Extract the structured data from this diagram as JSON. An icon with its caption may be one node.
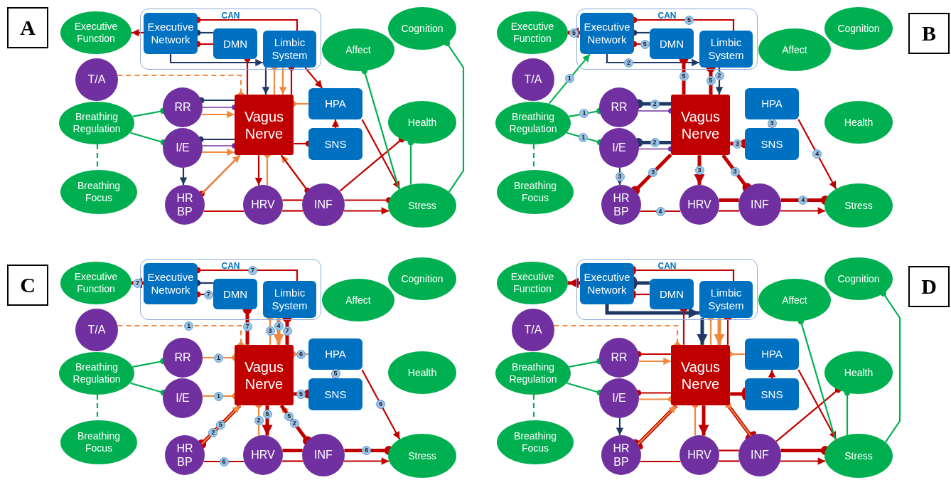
{
  "diagram": {
    "nodes": [
      {
        "text": [
          "A"
        ]
      },
      {
        "text": [
          "Executive Function"
        ]
      },
      {
        "text": [
          "CAN"
        ]
      },
      {
        "text": [
          "Executive Network"
        ],
        "in": 2
      },
      {
        "text": [
          "DMN"
        ],
        "in": 2
      },
      {
        "text": [
          "Limbic System"
        ],
        "in": 2
      },
      {
        "text": [
          "Cognition"
        ]
      },
      {
        "text": [
          "Affect"
        ]
      },
      {
        "text": [
          "T/A"
        ]
      },
      {
        "text": [
          "Breathing Regulation"
        ]
      },
      {
        "text": [
          "RR"
        ]
      },
      {
        "text": [
          "Vagus Nerve"
        ]
      },
      {
        "text": [
          "HPA"
        ]
      },
      {
        "text": [
          "Health"
        ]
      },
      {
        "text": [
          "I/E"
        ]
      },
      {
        "text": [
          "SNS"
        ]
      },
      {
        "text": [
          "Breathing Focus"
        ]
      },
      {
        "text": [
          "HR BP"
        ]
      },
      {
        "text": [
          "HRV"
        ]
      },
      {
        "text": [
          "INF"
        ]
      },
      {
        "text": [
          "Stress"
        ]
      },
      {
        "text": [
          "B"
        ]
      },
      {
        "text": [
          "Executive Function"
        ]
      },
      {
        "text": [
          "CAN"
        ]
      },
      {
        "text": [
          "Executive Network"
        ],
        "in": 23
      },
      {
        "text": [
          "DMN"
        ],
        "in": 23
      },
      {
        "text": [
          "Limbic System"
        ],
        "in": 23
      },
      {
        "text": [
          "Cognition"
        ]
      },
      {
        "text": [
          "Affect"
        ]
      },
      {
        "text": [
          "T/A"
        ]
      },
      {
        "text": [
          "Breathing Regulation"
        ]
      },
      {
        "text": [
          "RR"
        ]
      },
      {
        "text": [
          "Vagus Nerve"
        ]
      },
      {
        "text": [
          "HPA"
        ]
      },
      {
        "text": [
          "Health"
        ]
      },
      {
        "text": [
          "I/E"
        ]
      },
      {
        "text": [
          "SNS"
        ]
      },
      {
        "text": [
          "Breathing Focus"
        ]
      },
      {
        "text": [
          "HR BP"
        ]
      },
      {
        "text": [
          "HRV"
        ]
      },
      {
        "text": [
          "INF"
        ]
      },
      {
        "text": [
          "Stress"
        ]
      },
      {
        "text": [
          "C"
        ]
      },
      {
        "text": [
          "Executive Function"
        ]
      },
      {
        "text": [
          "CAN"
        ]
      },
      {
        "text": [
          "Executive Network"
        ],
        "in": 44
      },
      {
        "text": [
          "DMN"
        ],
        "in": 44
      },
      {
        "text": [
          "Limbic System"
        ],
        "in": 44
      },
      {
        "text": [
          "Cognition"
        ]
      },
      {
        "text": [
          "Affect"
        ]
      },
      {
        "text": [
          "T/A"
        ]
      },
      {
        "text": [
          "Breathing Regulation"
        ]
      },
      {
        "text": [
          "RR"
        ]
      },
      {
        "text": [
          "Vagus Nerve"
        ]
      },
      {
        "text": [
          "HPA"
        ]
      },
      {
        "text": [
          "Health"
        ]
      },
      {
        "text": [
          "I/E"
        ]
      },
      {
        "text": [
          "SNS"
        ]
      },
      {
        "text": [
          "Breathing Focus"
        ]
      },
      {
        "text": [
          "HR BP"
        ]
      },
      {
        "text": [
          "HRV"
        ]
      },
      {
        "text": [
          "INF"
        ]
      },
      {
        "text": [
          "Stress"
        ]
      },
      {
        "text": [
          "D"
        ]
      },
      {
        "text": [
          "Executive Function"
        ]
      },
      {
        "text": [
          "CAN"
        ]
      },
      {
        "text": [
          "Executive Network"
        ],
        "in": 65
      },
      {
        "text": [
          "DMN"
        ],
        "in": 65
      },
      {
        "text": [
          "Limbic System"
        ],
        "in": 65
      },
      {
        "text": [
          "Cognition"
        ]
      },
      {
        "text": [
          "Affect"
        ]
      },
      {
        "text": [
          "T/A"
        ]
      },
      {
        "text": [
          "Breathing Regulation"
        ]
      },
      {
        "text": [
          "RR"
        ]
      },
      {
        "text": [
          "Vagus Nerve"
        ]
      },
      {
        "text": [
          "HPA"
        ]
      },
      {
        "text": [
          "Health"
        ]
      },
      {
        "text": [
          "I/E"
        ]
      },
      {
        "text": [
          "SNS"
        ]
      },
      {
        "text": [
          "Breathing Focus"
        ]
      },
      {
        "text": [
          "HR BP"
        ]
      },
      {
        "text": [
          "HRV"
        ]
      },
      {
        "text": [
          "INF"
        ]
      },
      {
        "text": [
          "Stress"
        ]
      }
    ],
    "edges": [
      {
        "from": 3,
        "to": 1,
        "arrow": "to"
      },
      {
        "from": 5,
        "to": 3,
        "arrow": "other"
      },
      {
        "from": 4,
        "to": 3,
        "arrow": "other",
        "color": "#1f3864"
      },
      {
        "from": 4,
        "to": 3,
        "arrow": "other"
      },
      {
        "from": 3,
        "to": 5,
        "arrow": "to",
        "color": "#1f3864"
      },
      {
        "from": 11,
        "to": 4,
        "arrow": "other"
      },
      {
        "from": 5,
        "to": 11,
        "arrow": "to",
        "color": "#1f3864"
      },
      {
        "from": 11,
        "to": 5,
        "arrow": "other",
        "color": "#f0883e"
      },
      {
        "from": 5,
        "to": 11,
        "arrow": "to",
        "color": "#f0883e"
      },
      {
        "from": 11,
        "to": 5,
        "arrow": "other"
      },
      {
        "from": 5,
        "to": 12,
        "arrow": "to"
      },
      {
        "from": 8,
        "to": 11,
        "arrow": "other",
        "style": "dashed",
        "color": "#f0883e"
      },
      {
        "from": 11,
        "to": 10,
        "arrow": "other",
        "color": "#1f3864"
      },
      {
        "from": 10,
        "to": 11,
        "arrow": "other",
        "color": "#7030a0"
      },
      {
        "from": 10,
        "to": 11,
        "arrow": "to",
        "color": "#f0883e"
      },
      {
        "from": 11,
        "to": 14,
        "arrow": "other",
        "color": "#1f3864"
      },
      {
        "from": 14,
        "to": 11,
        "arrow": "other",
        "color": "#7030a0"
      },
      {
        "from": 14,
        "to": 11,
        "arrow": "to",
        "color": "#f0883e"
      },
      {
        "from": 9,
        "to": 10,
        "arrow": "other",
        "color": "#00b050"
      },
      {
        "from": 9,
        "to": 14,
        "arrow": "other",
        "color": "#00b050"
      },
      {
        "from": 9,
        "to": 16,
        "arrow": "none",
        "style": "dashed",
        "color": "#00b050"
      },
      {
        "from": 14,
        "to": 17,
        "arrow": "to",
        "color": "#1f3864"
      },
      {
        "from": 11,
        "to": 17,
        "arrow": "other"
      },
      {
        "from": 17,
        "to": 11,
        "arrow": "to",
        "color": "#f0883e"
      },
      {
        "from": 11,
        "to": 18,
        "arrow": "to"
      },
      {
        "from": 18,
        "to": 11,
        "arrow": "other",
        "color": "#f0883e"
      },
      {
        "from": 19,
        "to": 11,
        "arrow": "to",
        "color": "#f0883e"
      },
      {
        "from": 11,
        "to": 19,
        "arrow": "other"
      },
      {
        "from": 12,
        "to": 11,
        "arrow": "other",
        "color": "#f0883e"
      },
      {
        "from": 11,
        "to": 15,
        "arrow": "other"
      },
      {
        "from": 15,
        "to": 12,
        "arrow": "to"
      },
      {
        "from": 17,
        "to": 18,
        "arrow": "none"
      },
      {
        "from": 18,
        "to": 19,
        "arrow": "none"
      },
      {
        "from": 18,
        "to": 19,
        "arrow": "none"
      },
      {
        "from": 19,
        "to": 20,
        "arrow": "other"
      },
      {
        "from": 19,
        "to": 20,
        "arrow": "to"
      },
      {
        "from": 19,
        "to": 13,
        "arrow": "other"
      },
      {
        "from": 12,
        "to": 20,
        "arrow": "to"
      },
      {
        "from": 20,
        "to": 7,
        "arrow": "other",
        "color": "#00b050"
      },
      {
        "from": 20,
        "to": 13,
        "arrow": "other",
        "color": "#00b050"
      },
      {
        "from": 20,
        "to": 6,
        "arrow": "other",
        "color": "#00b050"
      },
      {
        "from": 30,
        "to": 24,
        "arrow": "to",
        "label": "1",
        "color": "#00b050"
      },
      {
        "from": 30,
        "to": 31,
        "arrow": "other",
        "label": "1",
        "color": "#00b050"
      },
      {
        "from": 30,
        "to": 35,
        "arrow": "other",
        "label": "1",
        "color": "#00b050"
      },
      {
        "from": 30,
        "to": 37,
        "arrow": "none",
        "style": "dashed",
        "color": "#00b050"
      },
      {
        "from": 24,
        "to": 22,
        "arrow": "to",
        "label": "5",
        "style": "thick"
      },
      {
        "from": 26,
        "to": 24,
        "arrow": "other",
        "label": "5"
      },
      {
        "from": 25,
        "to": 24,
        "arrow": "other",
        "color": "#1f3864"
      },
      {
        "from": 25,
        "to": 24,
        "arrow": "other",
        "label": "5"
      },
      {
        "from": 24,
        "to": 26,
        "arrow": "to",
        "label": "2",
        "color": "#1f3864"
      },
      {
        "from": 32,
        "to": 25,
        "arrow": "other",
        "label": "5",
        "style": "thick"
      },
      {
        "from": 32,
        "to": 26,
        "arrow": "other",
        "label": "5",
        "style": "thick"
      },
      {
        "from": 26,
        "to": 32,
        "arrow": "to",
        "label": "2",
        "color": "#1f3864"
      },
      {
        "from": 32,
        "to": 31,
        "arrow": "other",
        "label": "2",
        "style": "thick",
        "color": "#1f3864"
      },
      {
        "from": 31,
        "to": 32,
        "arrow": "other",
        "color": "#7030a0"
      },
      {
        "from": 32,
        "to": 35,
        "arrow": "other",
        "label": "2",
        "style": "thick",
        "color": "#1f3864"
      },
      {
        "from": 35,
        "to": 32,
        "arrow": "other",
        "color": "#7030a0"
      },
      {
        "from": 35,
        "to": 38,
        "arrow": "to",
        "label": "3",
        "color": "#1f3864"
      },
      {
        "from": 32,
        "to": 38,
        "arrow": "other",
        "label": "3",
        "style": "thick"
      },
      {
        "from": 32,
        "to": 39,
        "arrow": "to",
        "label": "3",
        "style": "thick"
      },
      {
        "from": 32,
        "to": 40,
        "arrow": "other",
        "label": "3",
        "style": "thick"
      },
      {
        "from": 32,
        "to": 36,
        "arrow": "other",
        "label": "3",
        "style": "thick"
      },
      {
        "from": 36,
        "to": 33,
        "arrow": "to",
        "label": "3"
      },
      {
        "from": 33,
        "to": 41,
        "arrow": "to",
        "label": "4"
      },
      {
        "from": 38,
        "to": 39,
        "arrow": "none",
        "label": "4"
      },
      {
        "from": 39,
        "to": 40,
        "arrow": "none",
        "style": "thick"
      },
      {
        "from": 39,
        "to": 40,
        "arrow": "none"
      },
      {
        "from": 40,
        "to": 41,
        "arrow": "other",
        "label": "4",
        "style": "thick"
      },
      {
        "from": 40,
        "to": 41,
        "arrow": "to"
      },
      {
        "from": 45,
        "to": 43,
        "arrow": "to",
        "label": "7",
        "style": "thick"
      },
      {
        "from": 47,
        "to": 45,
        "arrow": "other",
        "label": "7"
      },
      {
        "from": 46,
        "to": 45,
        "arrow": "other",
        "color": "#1f3864"
      },
      {
        "from": 46,
        "to": 45,
        "arrow": "other",
        "label": "7"
      },
      {
        "from": 53,
        "to": 46,
        "arrow": "other",
        "label": "7",
        "style": "thick"
      },
      {
        "from": 53,
        "to": 47,
        "arrow": "other",
        "label": "3",
        "color": "#f0883e"
      },
      {
        "from": 47,
        "to": 53,
        "arrow": "to",
        "label": "4",
        "style": "thick",
        "color": "#f0883e"
      },
      {
        "from": 53,
        "to": 47,
        "arrow": "other",
        "label": "7",
        "style": "thick"
      },
      {
        "from": 50,
        "to": 53,
        "arrow": "other",
        "label": "1",
        "style": "dashed",
        "color": "#f0883e"
      },
      {
        "from": 52,
        "to": 53,
        "arrow": "other",
        "label": "1",
        "color": "#f0883e"
      },
      {
        "from": 56,
        "to": 53,
        "arrow": "other",
        "label": "1",
        "color": "#f0883e"
      },
      {
        "from": 51,
        "to": 52,
        "arrow": "other",
        "color": "#00b050"
      },
      {
        "from": 51,
        "to": 56,
        "arrow": "other",
        "color": "#00b050"
      },
      {
        "from": 51,
        "to": 58,
        "arrow": "none",
        "style": "dashed",
        "color": "#00b050"
      },
      {
        "from": 54,
        "to": 53,
        "arrow": "other",
        "label": "6",
        "color": "#f0883e"
      },
      {
        "from": 53,
        "to": 57,
        "arrow": "other",
        "label": "5",
        "style": "thick"
      },
      {
        "from": 57,
        "to": 54,
        "arrow": "to",
        "label": "5"
      },
      {
        "from": 53,
        "to": 59,
        "arrow": "other",
        "label": "5",
        "style": "thick"
      },
      {
        "from": 59,
        "to": 53,
        "arrow": "to",
        "label": "2",
        "color": "#f0883e"
      },
      {
        "from": 60,
        "to": 53,
        "arrow": "other",
        "label": "2",
        "color": "#f0883e"
      },
      {
        "from": 53,
        "to": 60,
        "arrow": "to",
        "label": "5",
        "style": "thick"
      },
      {
        "from": 61,
        "to": 53,
        "arrow": "to",
        "label": "2",
        "color": "#f0883e"
      },
      {
        "from": 53,
        "to": 61,
        "arrow": "other",
        "label": "5",
        "style": "thick"
      },
      {
        "from": 54,
        "to": 62,
        "arrow": "to",
        "label": "6"
      },
      {
        "from": 59,
        "to": 60,
        "arrow": "none",
        "label": "6"
      },
      {
        "from": 60,
        "to": 61,
        "arrow": "none",
        "style": "thick"
      },
      {
        "from": 60,
        "to": 61,
        "arrow": "none"
      },
      {
        "from": 61,
        "to": 62,
        "arrow": "other",
        "label": "6",
        "style": "thick"
      },
      {
        "from": 61,
        "to": 62,
        "arrow": "to"
      },
      {
        "from": 66,
        "to": 64,
        "arrow": "to",
        "style": "thick"
      },
      {
        "from": 68,
        "to": 66,
        "arrow": "other"
      },
      {
        "from": 67,
        "to": 66,
        "arrow": "other",
        "style": "thick",
        "color": "#1f3864"
      },
      {
        "from": 67,
        "to": 66,
        "arrow": "other"
      },
      {
        "from": 66,
        "to": 68,
        "arrow": "to",
        "style": "thick",
        "color": "#1f3864"
      },
      {
        "from": 74,
        "to": 67,
        "arrow": "other"
      },
      {
        "from": 68,
        "to": 74,
        "arrow": "to",
        "style": "thick",
        "color": "#1f3864"
      },
      {
        "from": 74,
        "to": 68,
        "arrow": "other",
        "color": "#f0883e"
      },
      {
        "from": 68,
        "to": 74,
        "arrow": "to",
        "style": "thick",
        "color": "#f0883e"
      },
      {
        "from": 74,
        "to": 68,
        "arrow": "other"
      },
      {
        "from": 71,
        "to": 74,
        "arrow": "other",
        "style": "dashed",
        "color": "#f0883e"
      },
      {
        "from": 74,
        "to": 73,
        "arrow": "other"
      },
      {
        "from": 73,
        "to": 74,
        "arrow": "to",
        "color": "#f0883e"
      },
      {
        "from": 74,
        "to": 77,
        "arrow": "other"
      },
      {
        "from": 77,
        "to": 74,
        "arrow": "other",
        "color": "#f0883e"
      },
      {
        "from": 72,
        "to": 73,
        "arrow": "other",
        "color": "#00b050"
      },
      {
        "from": 72,
        "to": 77,
        "arrow": "other",
        "color": "#00b050"
      },
      {
        "from": 72,
        "to": 79,
        "arrow": "none",
        "style": "dashed",
        "color": "#00b050"
      },
      {
        "from": 75,
        "to": 74,
        "arrow": "other",
        "color": "#f0883e"
      },
      {
        "from": 74,
        "to": 78,
        "arrow": "other",
        "style": "thick"
      },
      {
        "from": 78,
        "to": 75,
        "arrow": "to"
      },
      {
        "from": 77,
        "to": 80,
        "arrow": "to",
        "color": "#1f3864"
      },
      {
        "from": 74,
        "to": 80,
        "arrow": "other",
        "style": "thick"
      },
      {
        "from": 80,
        "to": 74,
        "arrow": "to",
        "color": "#f0883e"
      },
      {
        "from": 81,
        "to": 74,
        "arrow": "other",
        "color": "#f0883e"
      },
      {
        "from": 74,
        "to": 81,
        "arrow": "to",
        "style": "thick"
      },
      {
        "from": 74,
        "to": 82,
        "arrow": "other",
        "style": "thick"
      },
      {
        "from": 82,
        "to": 74,
        "arrow": "other",
        "color": "#f0883e"
      },
      {
        "from": 82,
        "to": 76,
        "arrow": "other"
      },
      {
        "from": 75,
        "to": 83,
        "arrow": "to"
      },
      {
        "from": 83,
        "to": 70,
        "arrow": "other",
        "color": "#00b050"
      },
      {
        "from": 83,
        "to": 76,
        "arrow": "other",
        "color": "#00b050"
      },
      {
        "from": 83,
        "to": 69,
        "arrow": "other",
        "color": "#00b050"
      },
      {
        "from": 80,
        "to": 81,
        "arrow": "none"
      },
      {
        "from": 81,
        "to": 82,
        "arrow": "none"
      },
      {
        "from": 81,
        "to": 82,
        "arrow": "none"
      },
      {
        "from": 82,
        "to": 83,
        "arrow": "other",
        "style": "thick"
      },
      {
        "from": 82,
        "to": 83,
        "arrow": "to"
      }
    ]
  }
}
